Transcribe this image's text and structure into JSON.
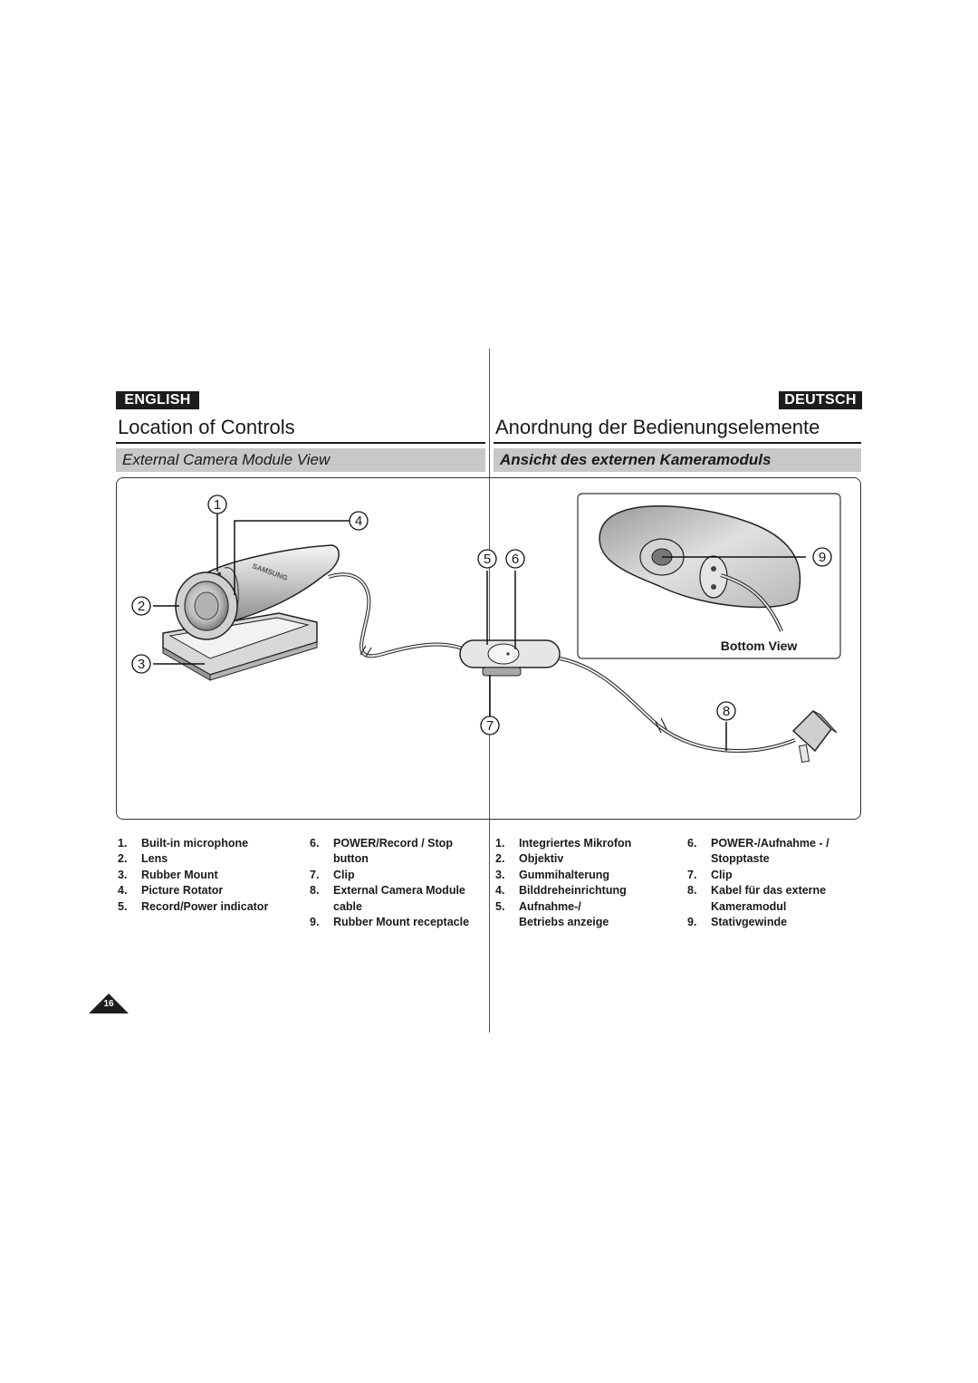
{
  "languages": {
    "english": "ENGLISH",
    "deutsch": "DEUTSCH"
  },
  "headings": {
    "english": "Location of Controls",
    "deutsch": "Anordnung der Bedienungselemente"
  },
  "sections": {
    "english": "External Camera Module View",
    "deutsch": "Ansicht des externen Kameramoduls"
  },
  "figure": {
    "bottom_view_label": "Bottom View",
    "callouts": [
      "1",
      "2",
      "3",
      "4",
      "5",
      "6",
      "7",
      "8",
      "9"
    ]
  },
  "parts_english": {
    "col1": [
      {
        "num": "1.",
        "text": "Built-in microphone"
      },
      {
        "num": "2.",
        "text": "Lens"
      },
      {
        "num": "3.",
        "text": "Rubber Mount"
      },
      {
        "num": "4.",
        "text": "Picture Rotator"
      },
      {
        "num": "5.",
        "text": "Record/Power  indicator"
      }
    ],
    "col2": [
      {
        "num": "6.",
        "text": "POWER/Record / Stop\nbutton"
      },
      {
        "num": "7.",
        "text": "Clip"
      },
      {
        "num": "8.",
        "text": "External Camera Module\ncable"
      },
      {
        "num": "9.",
        "text": "Rubber Mount receptacle"
      }
    ]
  },
  "parts_deutsch": {
    "col1": [
      {
        "num": "1.",
        "text": "Integriertes Mikrofon"
      },
      {
        "num": "2.",
        "text": "Objektiv"
      },
      {
        "num": "3.",
        "text": "Gummihalterung"
      },
      {
        "num": "4.",
        "text": "Bilddreheinrichtung"
      },
      {
        "num": "5.",
        "text": "Aufnahme-/\nBetriebs anzeige"
      }
    ],
    "col2": [
      {
        "num": "6.",
        "text": "POWER-/Aufnahme - /\nStopptaste"
      },
      {
        "num": "7.",
        "text": "Clip"
      },
      {
        "num": "8.",
        "text": "Kabel für das externe\nKameramodul"
      },
      {
        "num": "9.",
        "text": "Stativgewinde"
      }
    ]
  },
  "page_number": "16"
}
